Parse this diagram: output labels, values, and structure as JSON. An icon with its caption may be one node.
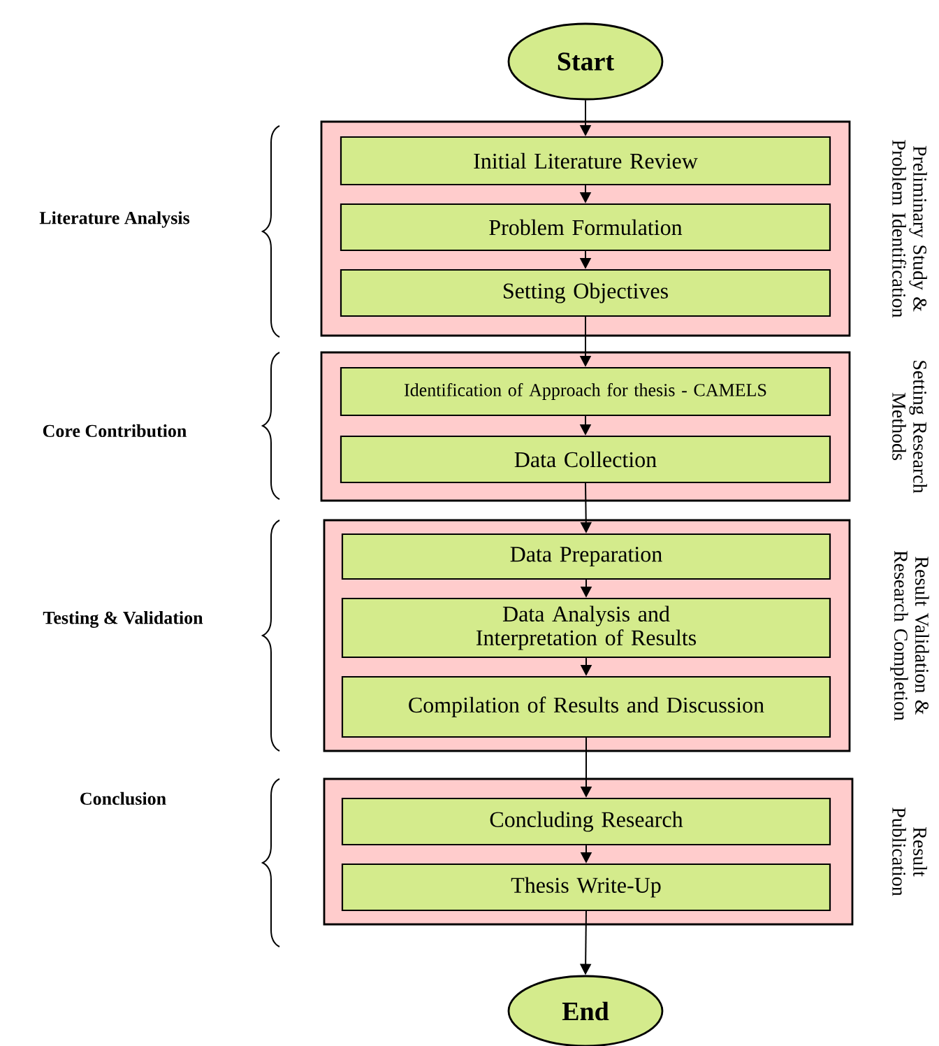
{
  "diagram": {
    "nodes": [
      {
        "text": [
          "Start"
        ]
      },
      {
        "text": [
          "Preliminary Study & Problem Identification"
        ]
      },
      {
        "text": [
          "Initial Literature Review"
        ],
        "in": 1
      },
      {
        "text": [
          "Problem Formulation"
        ],
        "in": 1
      },
      {
        "text": [
          "Setting Objectives"
        ],
        "in": 1
      },
      {
        "text": [
          "Setting Research Methods"
        ]
      },
      {
        "text": [
          "Identification of Approach for thesis - CAMELS"
        ],
        "in": 5
      },
      {
        "text": [
          "Data Collection"
        ],
        "in": 5
      },
      {
        "text": [
          "Result Validation & Research Completion"
        ]
      },
      {
        "text": [
          "Data Preparation"
        ],
        "in": 8
      },
      {
        "text": [
          "Data Analysis and Interpretation of Results"
        ],
        "in": 8
      },
      {
        "text": [
          "Compilation of Results and Discussion"
        ],
        "in": 8
      },
      {
        "text": [
          "Result Publication"
        ]
      },
      {
        "text": [
          "Concluding Research"
        ],
        "in": 12
      },
      {
        "text": [
          "Thesis Write-Up"
        ],
        "in": 12
      },
      {
        "text": [
          "End"
        ]
      }
    ],
    "edges": [
      {
        "from": 0,
        "to": 2,
        "arrow": "to"
      },
      {
        "from": 2,
        "to": 3,
        "arrow": "to"
      },
      {
        "from": 3,
        "to": 4,
        "arrow": "to"
      },
      {
        "from": 4,
        "to": 6,
        "arrow": "to"
      },
      {
        "from": 6,
        "to": 7,
        "arrow": "to"
      },
      {
        "from": 7,
        "to": 9,
        "arrow": "to"
      },
      {
        "from": 9,
        "to": 10,
        "arrow": "to"
      },
      {
        "from": 10,
        "to": 11,
        "arrow": "to"
      },
      {
        "from": 11,
        "to": 13,
        "arrow": "to"
      },
      {
        "from": 13,
        "to": 14,
        "arrow": "to"
      },
      {
        "from": 14,
        "to": 15,
        "arrow": "to"
      }
    ],
    "labels": [
      "Literature Analysis",
      "Core Contribution",
      "Testing & Validation",
      "Conclusion"
    ]
  }
}
